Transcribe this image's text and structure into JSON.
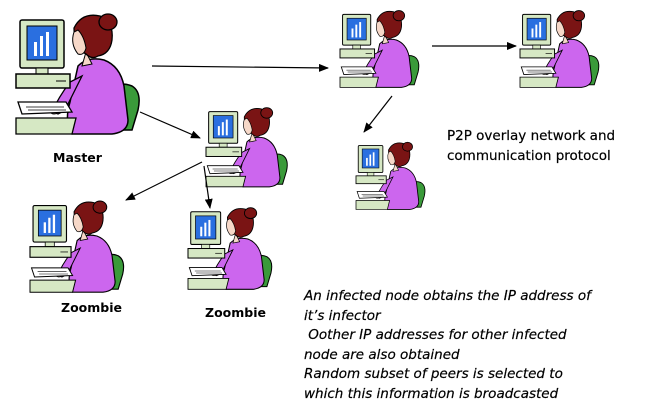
{
  "labels": {
    "master": "Master",
    "zoombie_left": "Zoombie",
    "zoombie_right": "Zoombie"
  },
  "caption": {
    "line1": "P2P overlay network and",
    "line2": "communication protocol"
  },
  "info": {
    "line1": "An infected node obtains the IP address of",
    "line2": "it’s infector",
    "line3": " Oother IP addresses for other infected",
    "line4": "node are also obtained",
    "line5": "Random subset of peers is selected to",
    "line6": "which this information is broadcasted"
  },
  "icons": {
    "node_icon": "person-at-computer-icon",
    "arrow_icon": "arrow-icon"
  },
  "colors": {
    "shirt": "#cc66ee",
    "hair": "#7a1414",
    "chair": "#3a9a3a",
    "monitor_screen": "#2a6fe0",
    "computer_body": "#d6e8c4"
  }
}
